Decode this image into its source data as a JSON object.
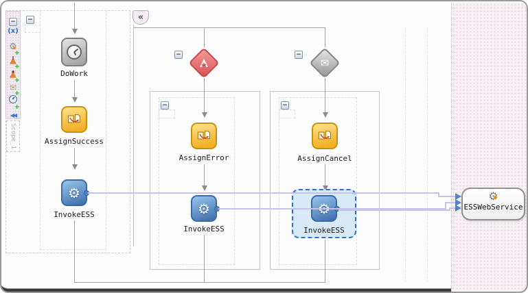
{
  "canvas": {
    "collapse_tab_glyph": "«",
    "minus_glyph": "−",
    "gear_glyph": "⚙",
    "envelope_glyph": "✉",
    "triangle_glyph": "▲",
    "asterisk_glyph": "∗",
    "exclaim_glyph": "!",
    "plus_glyph": "+",
    "rewind_glyph": "◀◀"
  },
  "scope_rail": {
    "name": "Scope_1",
    "variables_label": "(x)"
  },
  "main_sequence": {
    "activities": [
      {
        "type": "wait",
        "label": "DoWork"
      },
      {
        "type": "assign",
        "label": "AssignSuccess"
      },
      {
        "type": "invoke",
        "label": "InvokeESS"
      }
    ]
  },
  "catch_branch": {
    "activities": [
      {
        "type": "assign",
        "label": "AssignError"
      },
      {
        "type": "invoke",
        "label": "InvokeESS"
      }
    ]
  },
  "onmessage_branch": {
    "activities": [
      {
        "type": "assign",
        "label": "AssignCancel"
      },
      {
        "type": "invoke",
        "label": "InvokeESS",
        "selected": true
      }
    ]
  },
  "partner_link": {
    "label": "ESSWebService"
  },
  "colors": {
    "invoke_blue": "#4c86c8",
    "assign_yellow": "#f2ae24",
    "catch_red": "#da5151",
    "event_gray": "#969696",
    "selection_blue": "#2e6ed4",
    "connector_lavender": "#c3c3ee",
    "partner_zone_pink": "#f7f1f6"
  }
}
